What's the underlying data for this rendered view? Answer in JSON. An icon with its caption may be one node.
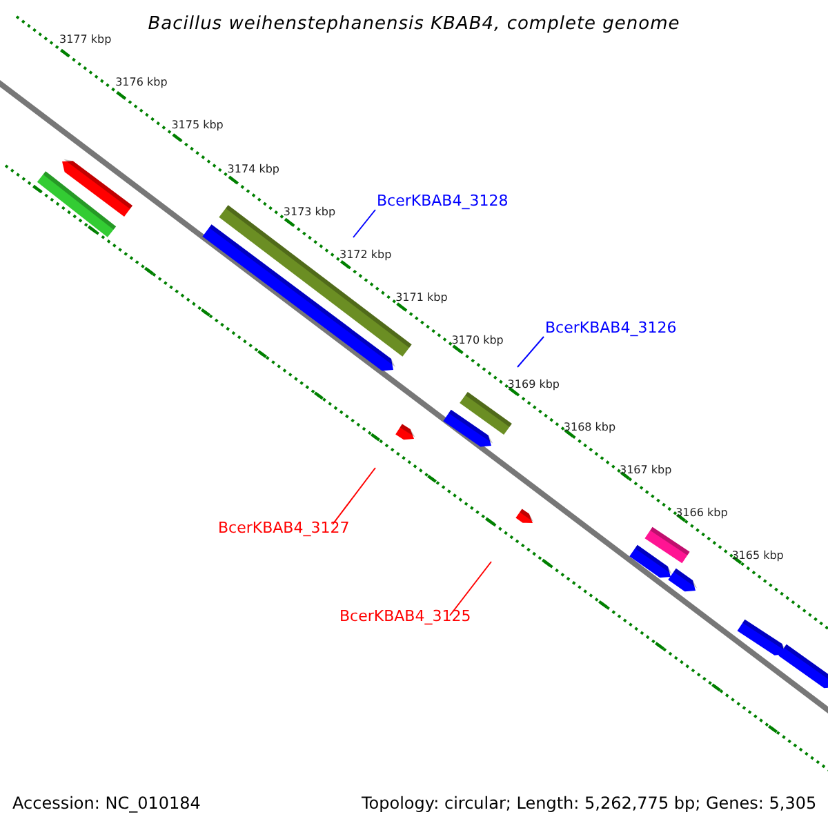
{
  "diagram": {
    "title": "Bacillus weihenstephanensis KBAB4, complete genome",
    "nodes": [
      {
        "text": [
          "BcerKBAB4_3128"
        ]
      },
      {
        "text": [
          "BcerKBAB4_3126"
        ]
      },
      {
        "text": [
          "BcerKBAB4_3127"
        ]
      },
      {
        "text": [
          "BcerKBAB4_3125"
        ]
      }
    ],
    "edges": [
      {
        "from": 0,
        "to": null,
        "arrow": "none",
        "color": "#0000ff"
      },
      {
        "from": 1,
        "to": null,
        "arrow": "none",
        "color": "#0000ff"
      },
      {
        "from": 2,
        "to": null,
        "arrow": "none",
        "color": "#ff0000"
      },
      {
        "from": 3,
        "to": null,
        "arrow": "none",
        "color": "#ff0000"
      }
    ],
    "labels": [
      "3177 kbp",
      "3176 kbp",
      "3175 kbp",
      "3174 kbp",
      "3173 kbp",
      "3172 kbp",
      "3171 kbp",
      "3170 kbp",
      "3169 kbp",
      "3168 kbp",
      "3167 kbp",
      "3166 kbp",
      "3165 kbp",
      "Accession: NC_010184",
      "Topology: circular; Length: 5,262,775 bp; Genes: 5,305"
    ]
  }
}
